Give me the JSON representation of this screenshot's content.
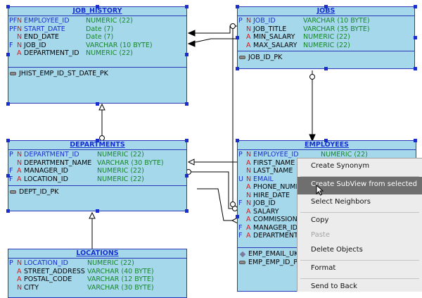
{
  "tables": {
    "job_history": {
      "title": "JOB_HISTORY",
      "columns": [
        {
          "f1": "PF",
          "f2": "N",
          "name": "EMPLOYEE_ID",
          "type": "NUMERIC (22)"
        },
        {
          "f1": "PF",
          "f2": "N",
          "name": "START_DATE",
          "type": "Date (7)"
        },
        {
          "f1": "",
          "f2": "N",
          "name": "END_DATE",
          "type": "Date (7)"
        },
        {
          "f1": "F",
          "f2": "N",
          "name": "JOB_ID",
          "type": "VARCHAR (10 BYTE)"
        },
        {
          "f1": "",
          "f2": "A",
          "name": "DEPARTMENT_ID",
          "type": "NUMERIC (22)"
        }
      ],
      "keys": [
        "JHIST_EMP_ID_ST_DATE_PK"
      ]
    },
    "jobs": {
      "title": "JOBS",
      "columns": [
        {
          "f1": "P",
          "f2": "N",
          "name": "JOB_ID",
          "type": "VARCHAR (10 BYTE)"
        },
        {
          "f1": "",
          "f2": "N",
          "name": "JOB_TITLE",
          "type": "VARCHAR (35 BYTE)"
        },
        {
          "f1": "",
          "f2": "A",
          "name": "MIN_SALARY",
          "type": "NUMERIC (22)"
        },
        {
          "f1": "",
          "f2": "A",
          "name": "MAX_SALARY",
          "type": "NUMERIC (22)"
        }
      ],
      "keys": [
        "JOB_ID_PK"
      ]
    },
    "departments": {
      "title": "DEPARTMENTS",
      "columns": [
        {
          "f1": "P",
          "f2": "N",
          "name": "DEPARTMENT_ID",
          "type": "NUMERIC (22)"
        },
        {
          "f1": "",
          "f2": "N",
          "name": "DEPARTMENT_NAME",
          "type": "VARCHAR (30 BYTE)"
        },
        {
          "f1": "F",
          "f2": "A",
          "name": "MANAGER_ID",
          "type": "NUMERIC (22)"
        },
        {
          "f1": "F",
          "f2": "A",
          "name": "LOCATION_ID",
          "type": "NUMERIC (22)"
        }
      ],
      "keys": [
        "DEPT_ID_PK"
      ]
    },
    "employees": {
      "title": "EMPLOYEES",
      "columns": [
        {
          "f1": "P",
          "f2": "N",
          "name": "EMPLOYEE_ID",
          "type": "NUMERIC (22)"
        },
        {
          "f1": "",
          "f2": "A",
          "name": "FIRST_NAME",
          "type": ""
        },
        {
          "f1": "",
          "f2": "N",
          "name": "LAST_NAME",
          "type": ""
        },
        {
          "f1": "U",
          "f2": "N",
          "name": "EMAIL",
          "type": ""
        },
        {
          "f1": "",
          "f2": "A",
          "name": "PHONE_NUMBE",
          "type": ""
        },
        {
          "f1": "",
          "f2": "N",
          "name": "HIRE_DATE",
          "type": ""
        },
        {
          "f1": "F",
          "f2": "N",
          "name": "JOB_ID",
          "type": ""
        },
        {
          "f1": "",
          "f2": "A",
          "name": "SALARY",
          "type": ""
        },
        {
          "f1": "",
          "f2": "A",
          "name": "COMMISSION_",
          "type": ""
        },
        {
          "f1": "F",
          "f2": "A",
          "name": "MANAGER_ID",
          "type": ""
        },
        {
          "f1": "F",
          "f2": "A",
          "name": "DEPARTMENT_",
          "type": ""
        }
      ],
      "keys": [
        "EMP_EMAIL_UK",
        "EMP_EMP_ID_P"
      ]
    },
    "locations": {
      "title": "LOCATIONS",
      "columns": [
        {
          "f1": "P",
          "f2": "N",
          "name": "LOCATION_ID",
          "type": "NUMERIC (22)"
        },
        {
          "f1": "",
          "f2": "A",
          "name": "STREET_ADDRESS",
          "type": "VARCHAR (40 BYTE)"
        },
        {
          "f1": "",
          "f2": "A",
          "name": "POSTAL_CODE",
          "type": "VARCHAR (12 BYTE)"
        },
        {
          "f1": "",
          "f2": "N",
          "name": "CITY",
          "type": "VARCHAR (30 BYTE)"
        }
      ],
      "keys": []
    }
  },
  "context_menu": {
    "items": [
      {
        "label": "Create Synonym",
        "state": "normal"
      },
      {
        "label": "Create SubView from selected",
        "state": "selected"
      },
      {
        "label": "Select Neighbors",
        "state": "normal"
      },
      {
        "label": "Copy",
        "state": "normal"
      },
      {
        "label": "Paste",
        "state": "disabled"
      },
      {
        "label": "Delete Objects",
        "state": "normal"
      },
      {
        "label": "Format",
        "state": "normal"
      },
      {
        "label": "Send to Back",
        "state": "normal"
      }
    ]
  },
  "colors": {
    "table_fill": "#a6d8ec",
    "border": "#2b39b8",
    "column_name": "#1a2ed0",
    "column_type": "#16862a",
    "flag": "#d31a1a",
    "menu_highlight": "#6f6f6f"
  }
}
